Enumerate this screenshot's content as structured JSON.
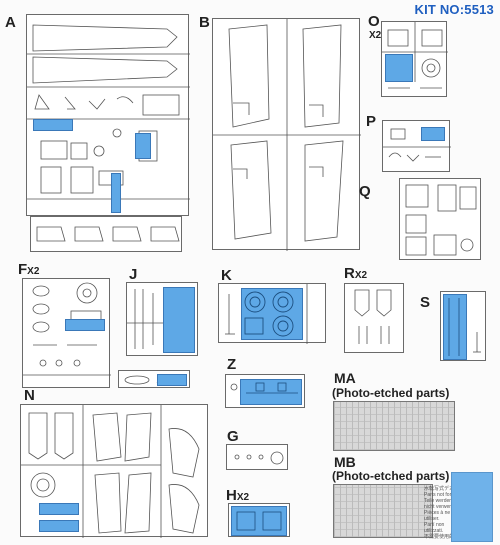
{
  "header": {
    "kit_number": "KIT NO:5513"
  },
  "sprues": {
    "A": {
      "label": "A",
      "qty": ""
    },
    "B": {
      "label": "B",
      "qty": ""
    },
    "O": {
      "label": "O",
      "qty": "X2"
    },
    "P": {
      "label": "P",
      "qty": ""
    },
    "Q": {
      "label": "Q",
      "qty": ""
    },
    "F": {
      "label": "F",
      "qty": "X2"
    },
    "J": {
      "label": "J",
      "qty": ""
    },
    "K": {
      "label": "K",
      "qty": ""
    },
    "R": {
      "label": "R",
      "qty": "X2"
    },
    "S": {
      "label": "S",
      "qty": ""
    },
    "Z": {
      "label": "Z",
      "qty": ""
    },
    "G": {
      "label": "G",
      "qty": ""
    },
    "H": {
      "label": "H",
      "qty": "X2"
    },
    "N": {
      "label": "N",
      "qty": ""
    },
    "MA": {
      "label": "MA",
      "subtitle": "(Photo-etched parts)"
    },
    "MB": {
      "label": "MB",
      "subtitle": "(Photo-etched parts)"
    }
  },
  "decal_note": "水転写式デカール\nParts not for use.\nTeile werden nicht verwendet.\nPièces à ne pas utiliser.\nPartí non utilizzati.\n不需要使用的零件"
}
